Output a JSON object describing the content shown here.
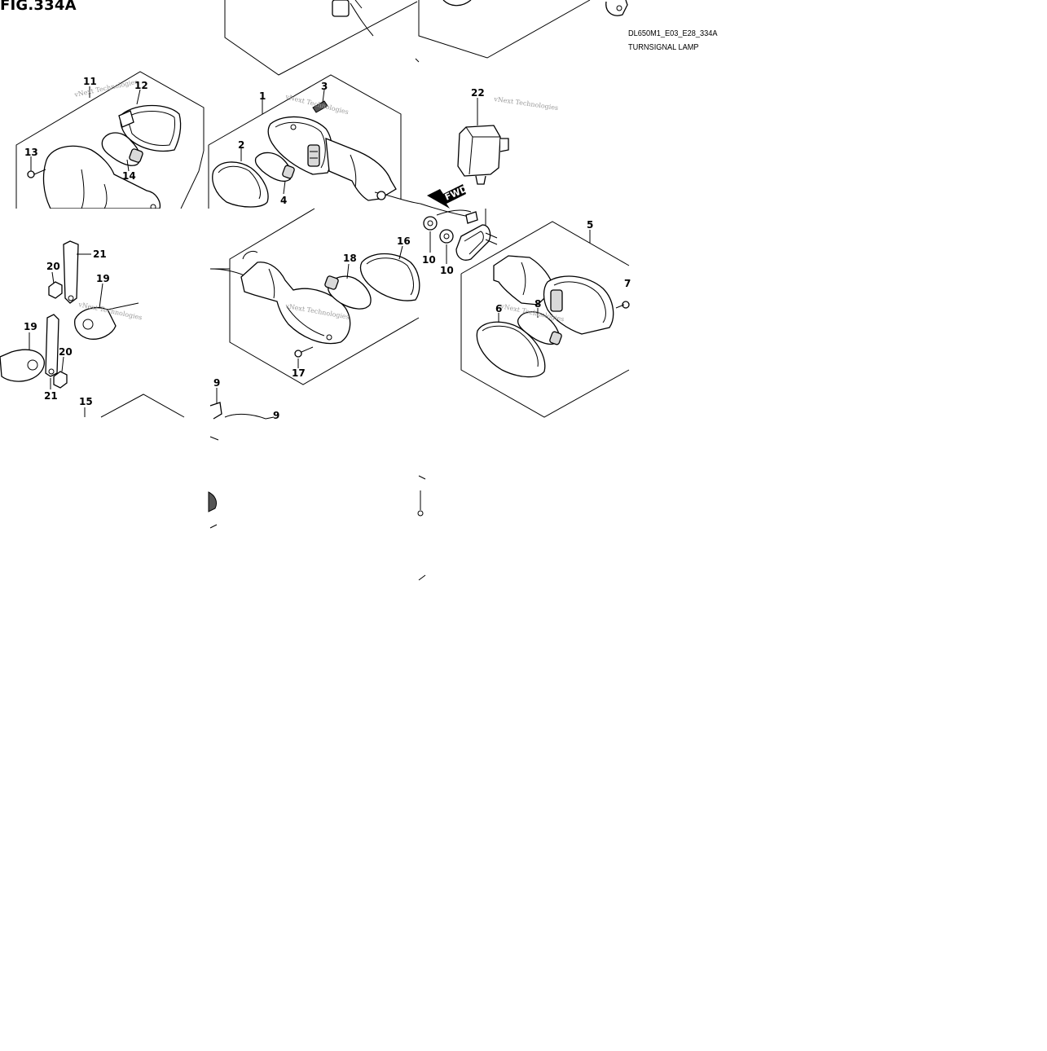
{
  "figure": {
    "title": "FIG.334A",
    "code": "DL650M1_E03_E28_334A",
    "description": "TURNSIGNAL LAMP"
  },
  "watermark": "vNext Technologies",
  "arrow_label": "FWD",
  "callouts": [
    {
      "id": "c1",
      "label": "1"
    },
    {
      "id": "c2",
      "label": "2"
    },
    {
      "id": "c3",
      "label": "3"
    },
    {
      "id": "c4",
      "label": "4"
    },
    {
      "id": "c5",
      "label": "5"
    },
    {
      "id": "c6",
      "label": "6"
    },
    {
      "id": "c7",
      "label": "7"
    },
    {
      "id": "c8",
      "label": "8"
    },
    {
      "id": "c9a",
      "label": "9"
    },
    {
      "id": "c9b",
      "label": "9"
    },
    {
      "id": "c10a",
      "label": "10"
    },
    {
      "id": "c10b",
      "label": "10"
    },
    {
      "id": "c11",
      "label": "11"
    },
    {
      "id": "c12",
      "label": "12"
    },
    {
      "id": "c13",
      "label": "13"
    },
    {
      "id": "c14",
      "label": "14"
    },
    {
      "id": "c15",
      "label": "15"
    },
    {
      "id": "c16",
      "label": "16"
    },
    {
      "id": "c17",
      "label": "17"
    },
    {
      "id": "c18",
      "label": "18"
    },
    {
      "id": "c19a",
      "label": "19"
    },
    {
      "id": "c19b",
      "label": "19"
    },
    {
      "id": "c20a",
      "label": "20"
    },
    {
      "id": "c20b",
      "label": "20"
    },
    {
      "id": "c21a",
      "label": "21"
    },
    {
      "id": "c21b",
      "label": "21"
    },
    {
      "id": "c22",
      "label": "22"
    }
  ]
}
